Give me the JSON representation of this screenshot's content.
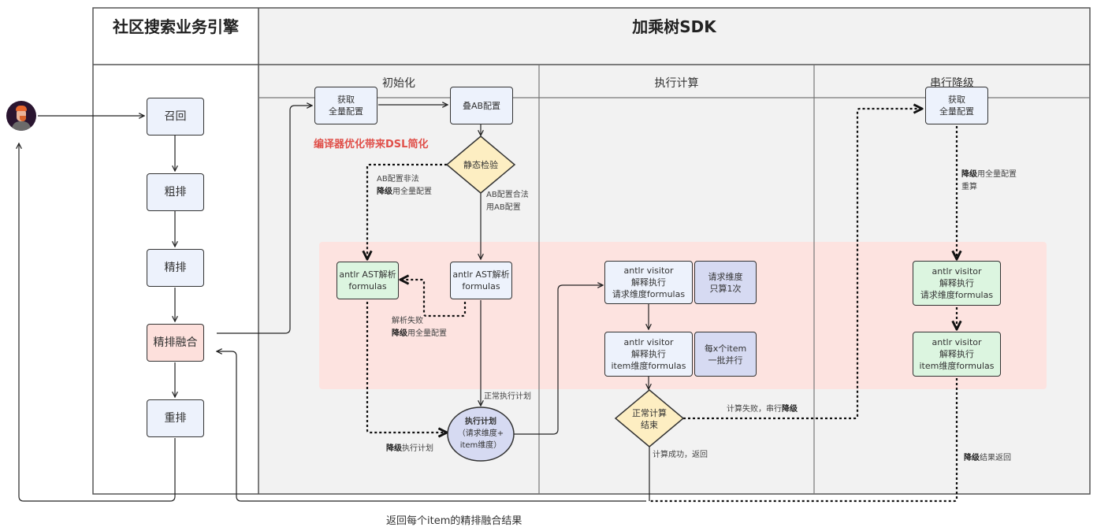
{
  "lanes": {
    "engine": {
      "title": "社区搜索业务引擎"
    },
    "sdk": {
      "title": "加乘树SDK",
      "sublanes": [
        "初始化",
        "执行计算",
        "串行降级"
      ]
    }
  },
  "actor": {
    "icon": "user-avatar"
  },
  "engine_nodes": [
    "召回",
    "粗排",
    "精排",
    "精排融合",
    "重排"
  ],
  "init": {
    "fetch_full_config": "获取\n全量配置",
    "overlay_ab": "叠AB配置",
    "static_check": "静态检验",
    "compiler_note": "编译器优化带来DSL简化",
    "ab_invalid_label": {
      "line1": "AB配置非法",
      "bold": "降级",
      "rest": "用全量配置"
    },
    "ab_valid_label": "AB配置合法\n用AB配置",
    "ast_fallback": "antlr AST解析\nformulas",
    "ast_main": "antlr AST解析\nformulas",
    "parse_fail_label": {
      "line1": "解析失败",
      "bold": "降级",
      "rest": "用全量配置"
    },
    "normal_plan_label": "正常执行计划",
    "fallback_plan_label": {
      "bold": "降级",
      "rest": "执行计划"
    },
    "exec_plan": {
      "title": "执行计划",
      "body": "（请求维度+\nitem维度）"
    }
  },
  "execute": {
    "visitor_request": "antlr visitor\n解释执行\n请求维度formulas",
    "note_request": "请求维度\n只算1次",
    "visitor_item": "antlr visitor\n解释执行\nitem维度formulas",
    "note_item": "每x个item\n一批并行",
    "end_check": "正常计算\n结束",
    "fail_label": {
      "rest": "计算失败，串行",
      "bold": "降级"
    },
    "success_label": "计算成功，返回"
  },
  "serial_fallback": {
    "fetch_full_config": "获取\n全量配置",
    "recompute_label": {
      "bold": "降级",
      "rest": "用全量配置",
      "line2": "重算"
    },
    "visitor_request": "antlr visitor\n解释执行\n请求维度formulas",
    "visitor_item": "antlr visitor\n解释执行\nitem维度formulas",
    "result_label": {
      "bold": "降级",
      "rest": "结果返回"
    }
  },
  "footer_label": "返回每个item的精排融合结果",
  "colors": {
    "node_blue": "#edf2fc",
    "node_pink": "#fde0dc",
    "node_green": "#dcf5e0",
    "node_violet": "#d6daf2",
    "decision_fill": "#fdeec2",
    "highlight_band": "#fde3e0",
    "accent_red": "#e0504a"
  }
}
